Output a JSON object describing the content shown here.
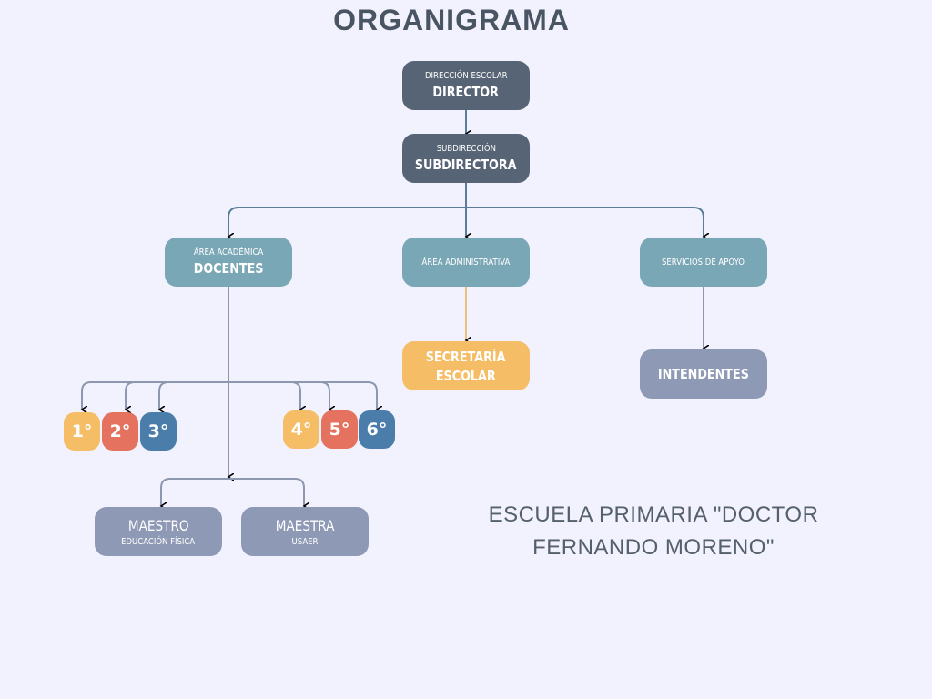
{
  "title": "ORGANIGRAMA",
  "nodes": {
    "director": {
      "sub": "DIRECCIÓN ESCOLAR",
      "main": "DIRECTOR"
    },
    "subdirector": {
      "sub": "SUBDIRECCIÓN",
      "main": "SUBDIRECTORA"
    },
    "academica": {
      "sub": "ÁREA ACADÉMICA",
      "main": "DOCENTES"
    },
    "administrativa": {
      "sub": "ÁREA ADMINISTRATIVA"
    },
    "apoyo": {
      "sub": "SERVICIOS DE APOYO"
    },
    "secretaria": {
      "line1": "SECRETARÍA",
      "line2": "ESCOLAR"
    },
    "intendentes": {
      "main": "INTENDENTES"
    },
    "maestro_ef": {
      "main": "MAESTRO",
      "sub": "EDUCACIÓN FÍSICA"
    },
    "maestra_usaer": {
      "main": "MAESTRA",
      "sub": "USAER"
    }
  },
  "grades": [
    "1°",
    "2°",
    "3°",
    "4°",
    "5°",
    "6°"
  ],
  "colors": {
    "dark": "#566475",
    "teal": "#7aa7b6",
    "orange": "#f5bd65",
    "lavender": "#8e99b5",
    "red": "#e4725e",
    "blue": "#4b7dab"
  },
  "school": {
    "line1": "ESCUELA PRIMARIA \"DOCTOR",
    "line2": "FERNANDO MORENO\""
  }
}
